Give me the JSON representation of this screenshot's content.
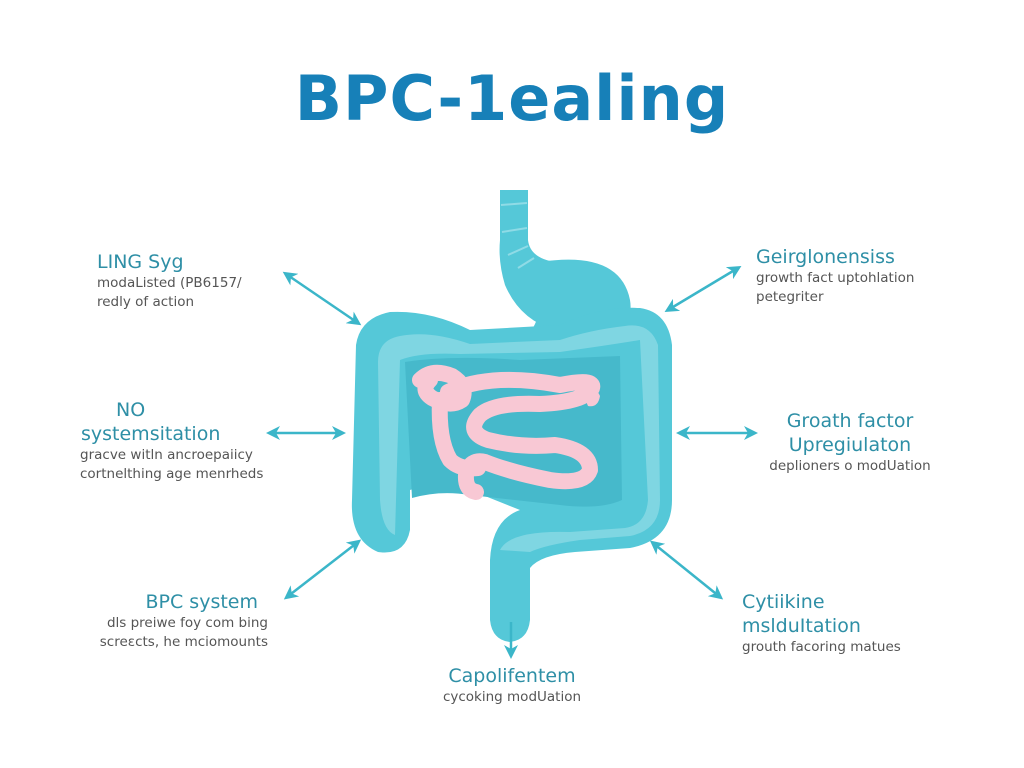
{
  "title": "BPC-1ealing",
  "colors": {
    "title": "#1780b8",
    "organ_primary": "#55c8d8",
    "organ_light": "#7fd6e2",
    "organ_dark": "#46b9cb",
    "small_intestine": "#f8c8d4",
    "arrow": "#3bb6c9",
    "heading_text": "#2e8fa6",
    "body_text": "#555555"
  },
  "labels": {
    "top_left": {
      "heading": "LING Syg",
      "lines": [
        "modaListed (PB6157/",
        "redly of action"
      ]
    },
    "top_right": {
      "heading": "Geirglonensiss",
      "lines": [
        "growth fact uptohlation",
        "petegriter"
      ]
    },
    "mid_left": {
      "heading_line1": "NO",
      "heading_line2": "systemsitation",
      "lines": [
        "gracve witln ancroepaiicy",
        "cortnelthing age menrheds"
      ]
    },
    "mid_right": {
      "heading_line1": "Groath factor",
      "heading_line2": "Upregiulaton",
      "lines": [
        "deplioners o modUation"
      ]
    },
    "bottom_left": {
      "heading": "BPC system",
      "lines": [
        "dls preiwe foy com bing",
        "screεcts, he mciomounts"
      ]
    },
    "bottom_right": {
      "heading_line1": "Cytiikine",
      "heading_line2": "mslduItation",
      "lines": [
        "grouth facoring matues"
      ]
    },
    "bottom_center": {
      "heading": "Capolifentem",
      "lines": [
        "cycoking modUation"
      ]
    }
  },
  "icons": {
    "organ": "digestive-tract-illustration",
    "arrows": [
      "double-arrow-top-left",
      "double-arrow-top-right",
      "double-arrow-mid-left",
      "double-arrow-mid-right",
      "double-arrow-bottom-left",
      "double-arrow-bottom-right",
      "single-arrow-bottom-center"
    ]
  }
}
